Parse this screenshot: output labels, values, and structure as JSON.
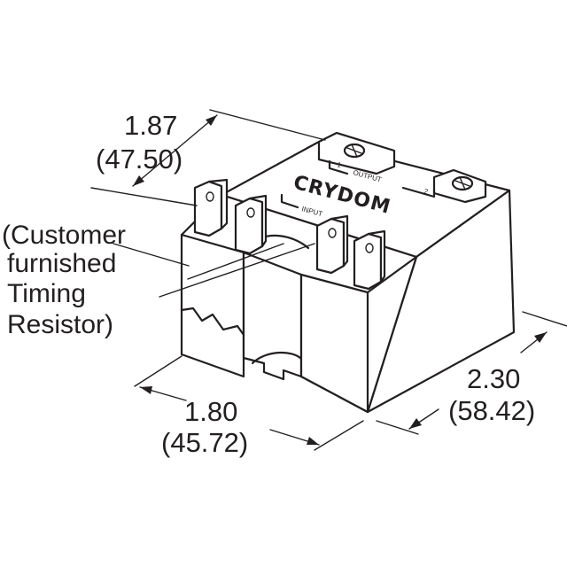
{
  "dimensions": {
    "height_in": "1.87",
    "height_mm": "(47.50)",
    "width_in": "1.80",
    "width_mm": "(45.72)",
    "depth_in": "2.30",
    "depth_mm": "(58.42)"
  },
  "note": {
    "line1": "(Customer",
    "line2": "furnished",
    "line3": "Timing",
    "line4": "Resistor)"
  },
  "part_labels": {
    "brand": "CRYDOM",
    "output": "OUTPUT",
    "input": "INPUT",
    "terminal_1": "1",
    "terminal_2": "2"
  },
  "colors": {
    "line": "#231f20",
    "background": "#ffffff"
  }
}
